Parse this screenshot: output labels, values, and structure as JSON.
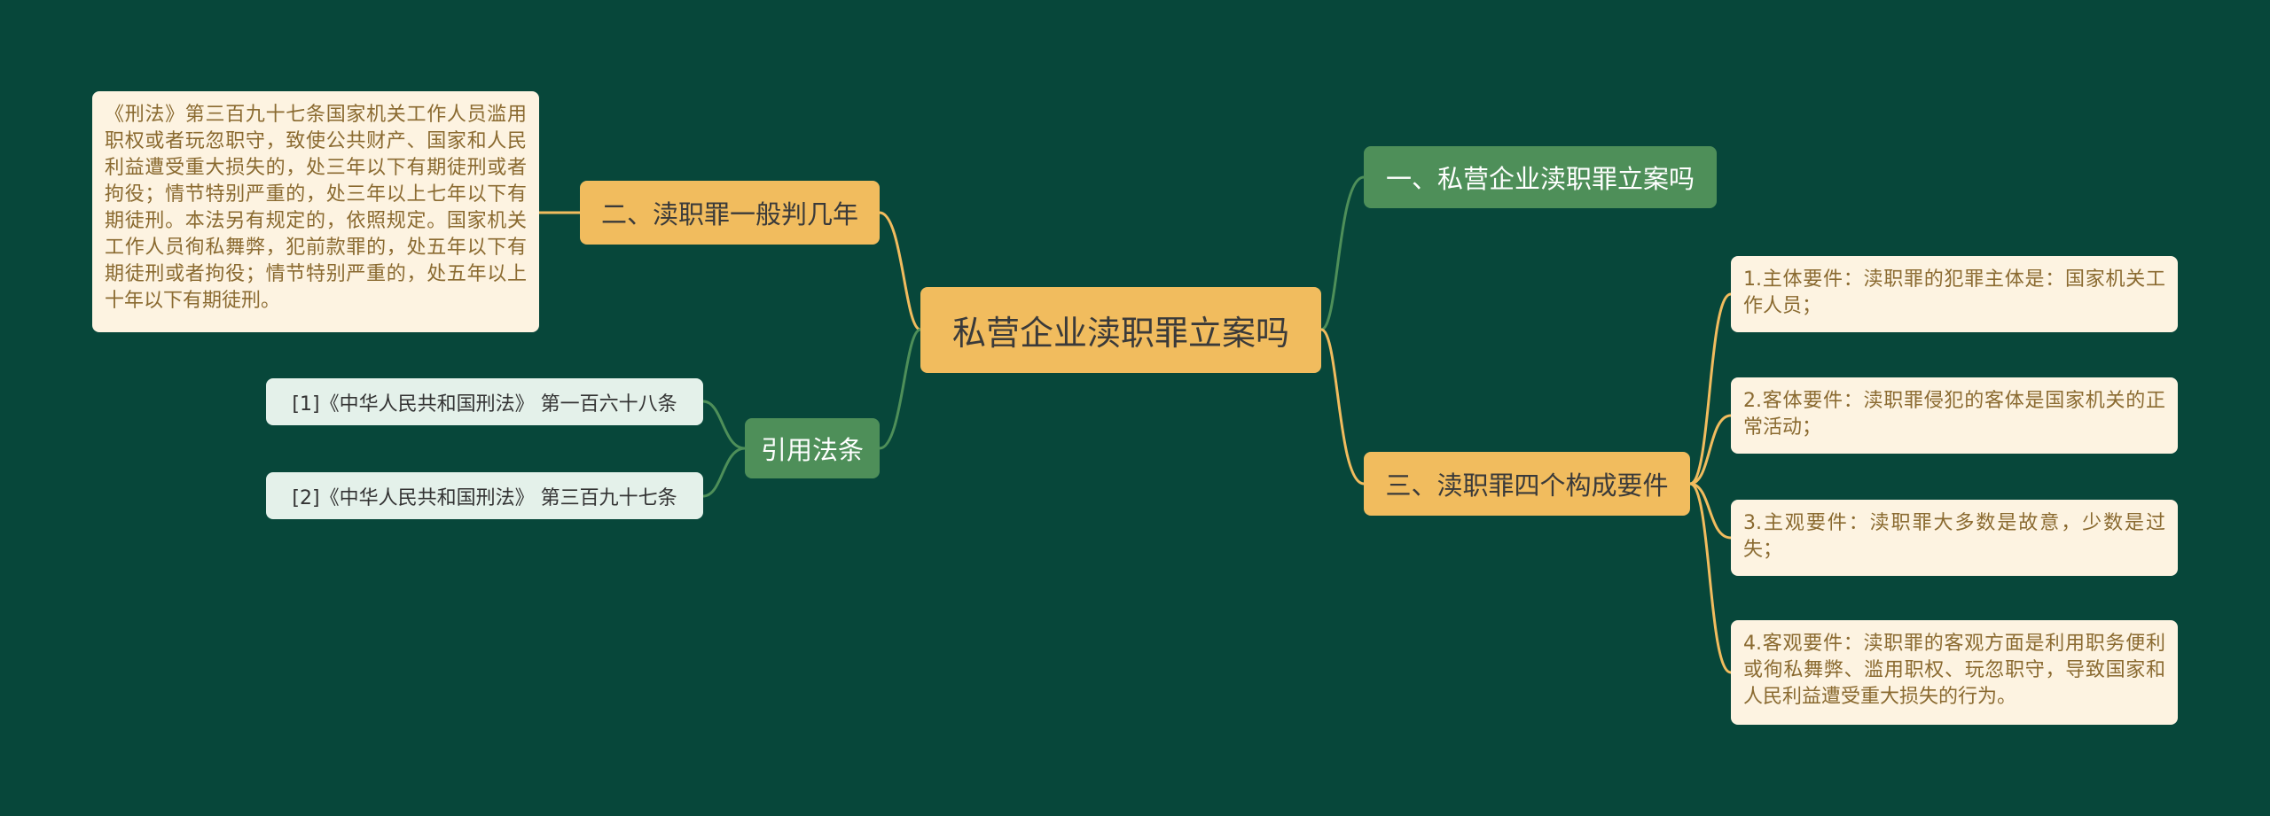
{
  "root": {
    "label": "私营企业渎职罪立案吗"
  },
  "left": {
    "branch_penalty": {
      "label": "二、渎职罪一般判几年",
      "detail": "《刑法》第三百九十七条国家机关工作人员滥用职权或者玩忽职守，致使公共财产、国家和人民利益遭受重大损失的，处三年以下有期徒刑或者拘役；情节特别严重的，处三年以上七年以下有期徒刑。本法另有规定的，依照规定。国家机关工作人员徇私舞弊，犯前款罪的，处五年以下有期徒刑或者拘役；情节特别严重的，处五年以上十年以下有期徒刑。"
    },
    "branch_refs": {
      "label": "引用法条",
      "items": [
        "[1]《中华人民共和国刑法》 第一百六十八条",
        "[2]《中华人民共和国刑法》 第三百九十七条"
      ]
    }
  },
  "right": {
    "branch_filing": {
      "label": "一、私营企业渎职罪立案吗"
    },
    "branch_elements": {
      "label": "三、渎职罪四个构成要件",
      "items": [
        "1.主体要件：渎职罪的犯罪主体是：国家机关工作人员；",
        "2.客体要件：渎职罪侵犯的客体是国家机关的正常活动；",
        "3.主观要件：渎职罪大多数是故意，少数是过失；",
        "4.客观要件：渎职罪的客观方面是利用职务便利或徇私舞弊、滥用职权、玩忽职守，导致国家和人民利益遭受重大损失的行为。"
      ]
    }
  },
  "colors": {
    "background": "#07473a",
    "orange": "#f1bc5e",
    "green": "#4e8f59",
    "leaf": "#fdf3e1",
    "ref": "#e4f1ea"
  }
}
